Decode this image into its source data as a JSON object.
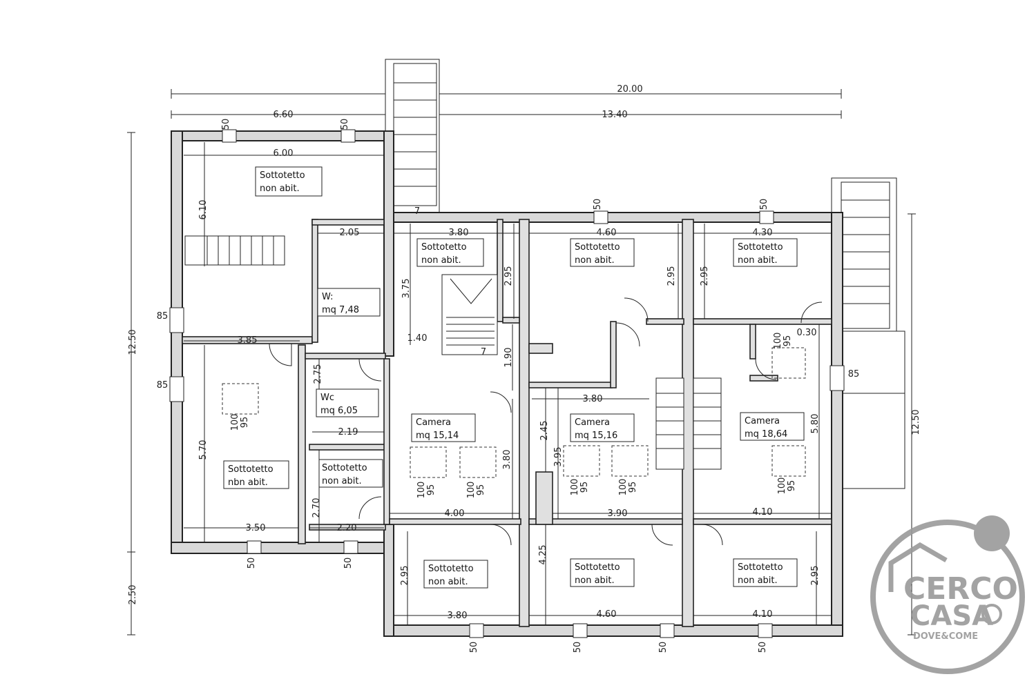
{
  "plan": {
    "overall_dimensions": {
      "total_width": "20.00",
      "left_block_width": "6.60",
      "right_block_width": "13.40",
      "total_depth_left": "12.50",
      "total_depth_right": "12.50",
      "lower_offset": "2.50"
    },
    "rooms": [
      {
        "id": "attic-top-left",
        "name": "Sottotetto",
        "note": "non abit."
      },
      {
        "id": "attic-top-2",
        "name": "Sottotetto",
        "note": "non abit."
      },
      {
        "id": "attic-top-3",
        "name": "Sottotetto",
        "note": "non abit."
      },
      {
        "id": "attic-top-4",
        "name": "Sottotetto",
        "note": "non abit."
      },
      {
        "id": "wc-top",
        "name": "W:",
        "note": "mq 7,48"
      },
      {
        "id": "wc-mid",
        "name": "Wc",
        "note": "mq 6,05"
      },
      {
        "id": "camera-1",
        "name": "Camera",
        "note": "mq 15,14"
      },
      {
        "id": "camera-2",
        "name": "Camera",
        "note": "mq 15,16"
      },
      {
        "id": "camera-3",
        "name": "Camera",
        "note": "mq 18,64"
      },
      {
        "id": "attic-left-big",
        "name": "Sottotetto",
        "note": "nbn abit."
      },
      {
        "id": "attic-small",
        "name": "Sottotetto",
        "note": "non abit."
      },
      {
        "id": "attic-bottom-1",
        "name": "Sottotetto",
        "note": "non abit."
      },
      {
        "id": "attic-bottom-2",
        "name": "Sottotetto",
        "note": "non abit."
      },
      {
        "id": "attic-bottom-3",
        "name": "Sottotetto",
        "note": "non abit."
      }
    ],
    "dimension_labels": {
      "d600": "6.00",
      "d610": "6.10",
      "d205": "2.05",
      "d380a": "3.80",
      "d460a": "4.60",
      "d430": "4.30",
      "d295a": "2.95",
      "d295b": "2.95",
      "d295c": "2.95",
      "d375": "3.75",
      "d385": "3.85",
      "d140": "1.40",
      "d190": "1.90",
      "d275": "2.75",
      "d219": "2.19",
      "d570": "5.70",
      "d350": "3.50",
      "d270": "2.70",
      "d220": "2.20",
      "d400": "4.00",
      "d380b": "3.80",
      "d380c": "3.80",
      "d245": "2.45",
      "d395": "3.95",
      "d390": "3.90",
      "d410a": "4.10",
      "d580": "5.80",
      "d030": "0.30",
      "d425": "4.25",
      "d295d": "2.95",
      "d295e": "2.95",
      "d380d": "3.80",
      "d460b": "4.60",
      "d410b": "4.10",
      "d7a": "7",
      "d7b": "7"
    },
    "openings": {
      "w50": "50",
      "w85": "85",
      "w100": "100",
      "w95": "95"
    }
  },
  "logo": {
    "line1": "CERCO",
    "line2": "CASA",
    "tagline": "DOVE&COME",
    "color": "#9a9a9a"
  }
}
